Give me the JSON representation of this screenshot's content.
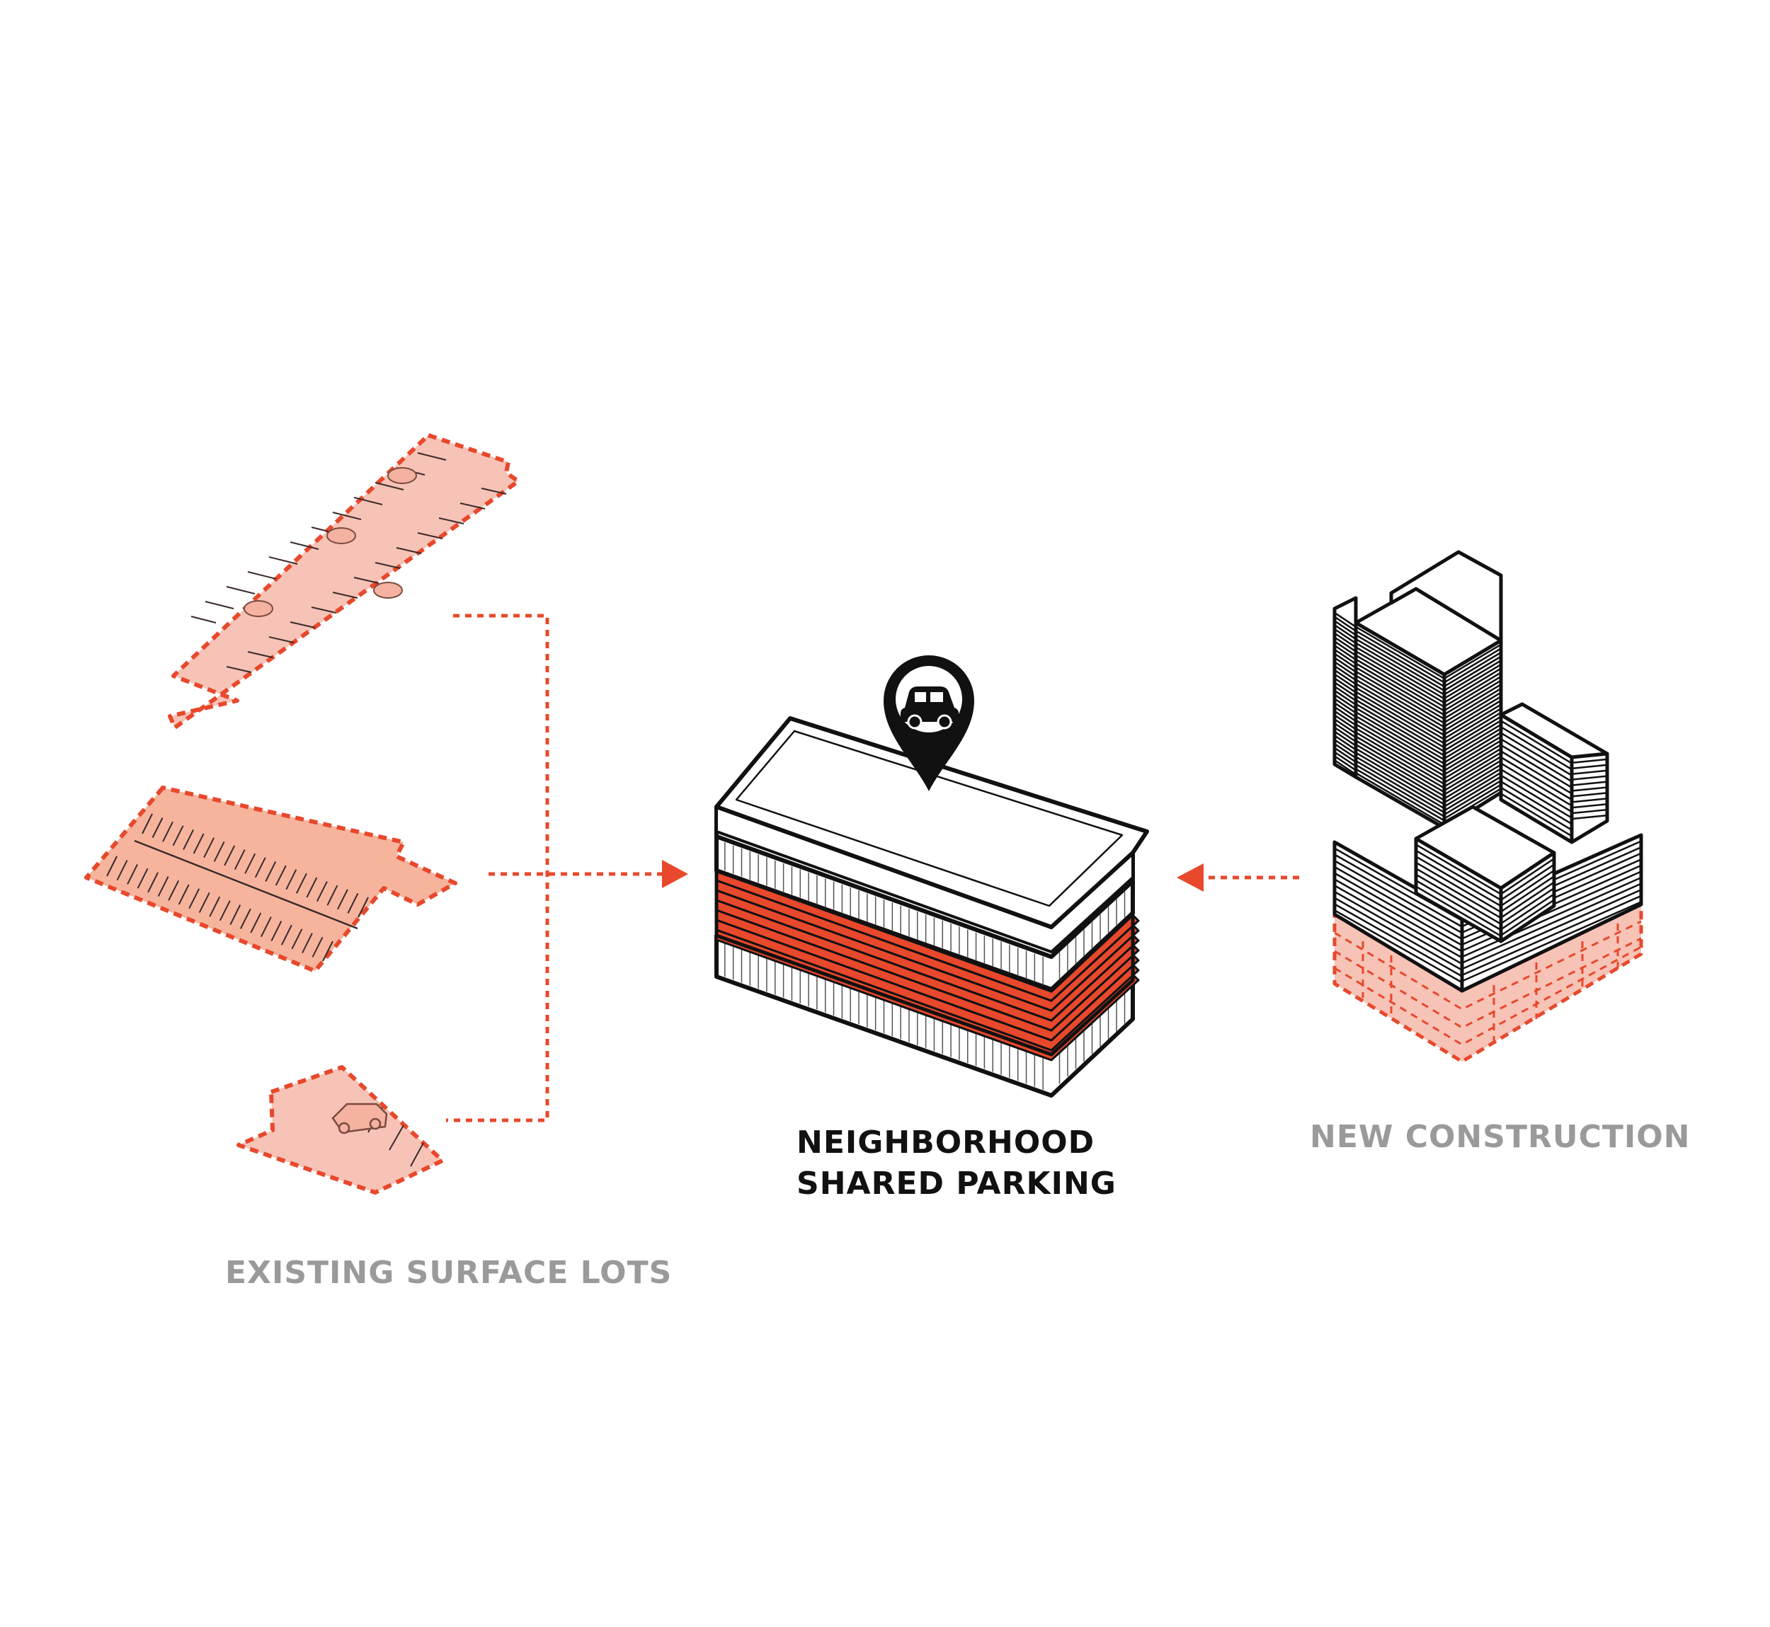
{
  "labels": {
    "existing_lots": "EXISTING SURFACE LOTS",
    "shared_parking_line1": "NEIGHBORHOOD",
    "shared_parking_line2": "SHARED PARKING",
    "new_construction": "NEW CONSTRUCTION"
  },
  "colors": {
    "accent": "#e8482c",
    "lot_fill": "#f7c3b7",
    "lot_fill_alt": "#f6b49d",
    "stroke": "#111111",
    "label_gray": "#9a9a9a"
  },
  "icons": {
    "marker": "location-pin-car-icon",
    "arrow": "arrowhead-icon"
  }
}
